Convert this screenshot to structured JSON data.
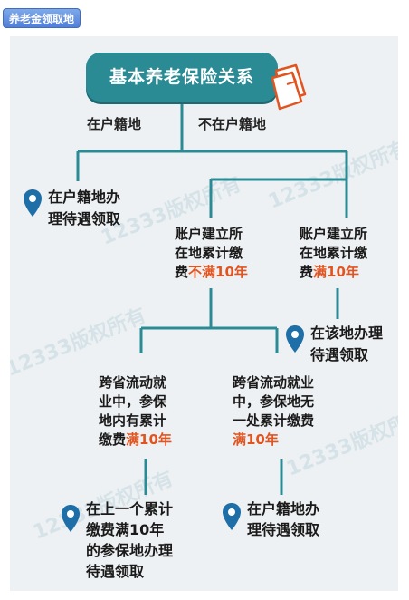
{
  "tag": "养老金领取地",
  "title": "基本养老保险关系",
  "branches": {
    "left": "在户籍地",
    "right": "不在户籍地"
  },
  "nodes": {
    "hukou_apply": [
      "在户籍地办",
      "理待遇领取"
    ],
    "account_lt10": {
      "l1": "账户建立所",
      "l2": "在地累计缴",
      "pre": "费",
      "hl": "不满10年"
    },
    "account_ge10": {
      "l1": "账户建立所",
      "l2": "在地累计缴",
      "pre": "费",
      "hl": "满10年"
    },
    "local_apply": [
      "在该地办理",
      "待遇领取"
    ],
    "cross_with": {
      "l1": "跨省流动就",
      "l2": "业中，参保",
      "l3": "地内有累计",
      "pre": "缴费",
      "hl": "满10年"
    },
    "cross_without": {
      "l1": "跨省流动就业",
      "l2": "中，参保地无",
      "l3": "一处累计缴费",
      "hl": "满10年"
    },
    "prev_apply": [
      "在上一个累计",
      "缴费满10年",
      "的参保地办理",
      "待遇领取"
    ],
    "hukou_apply2": [
      "在户籍地办",
      "理待遇领取"
    ]
  },
  "watermark": "12333版权所有",
  "colors": {
    "teal": "#2a8b95",
    "pin": "#1e6fa8",
    "highlight": "#e2541f",
    "tag": "#4f7fd9"
  }
}
